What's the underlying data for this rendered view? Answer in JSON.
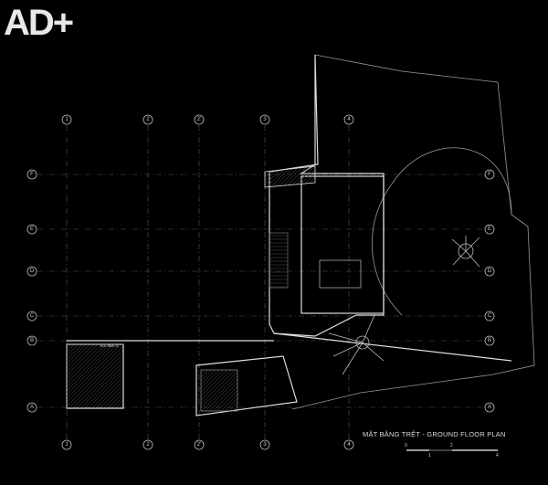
{
  "logo": "AD+",
  "title": "MẶT BẰNG TRỆT - GROUND FLOOR PLAN",
  "axis_note": "trục định vị",
  "scale_bar": {
    "ticks": [
      "0",
      "1",
      "2",
      "4"
    ]
  },
  "grid": {
    "columns": [
      "1",
      "2",
      "2'",
      "3",
      "4"
    ],
    "rows": [
      "F",
      "E",
      "D",
      "C",
      "B",
      "A"
    ]
  },
  "colors": {
    "background": "#000000",
    "lines": "#dddddd"
  }
}
